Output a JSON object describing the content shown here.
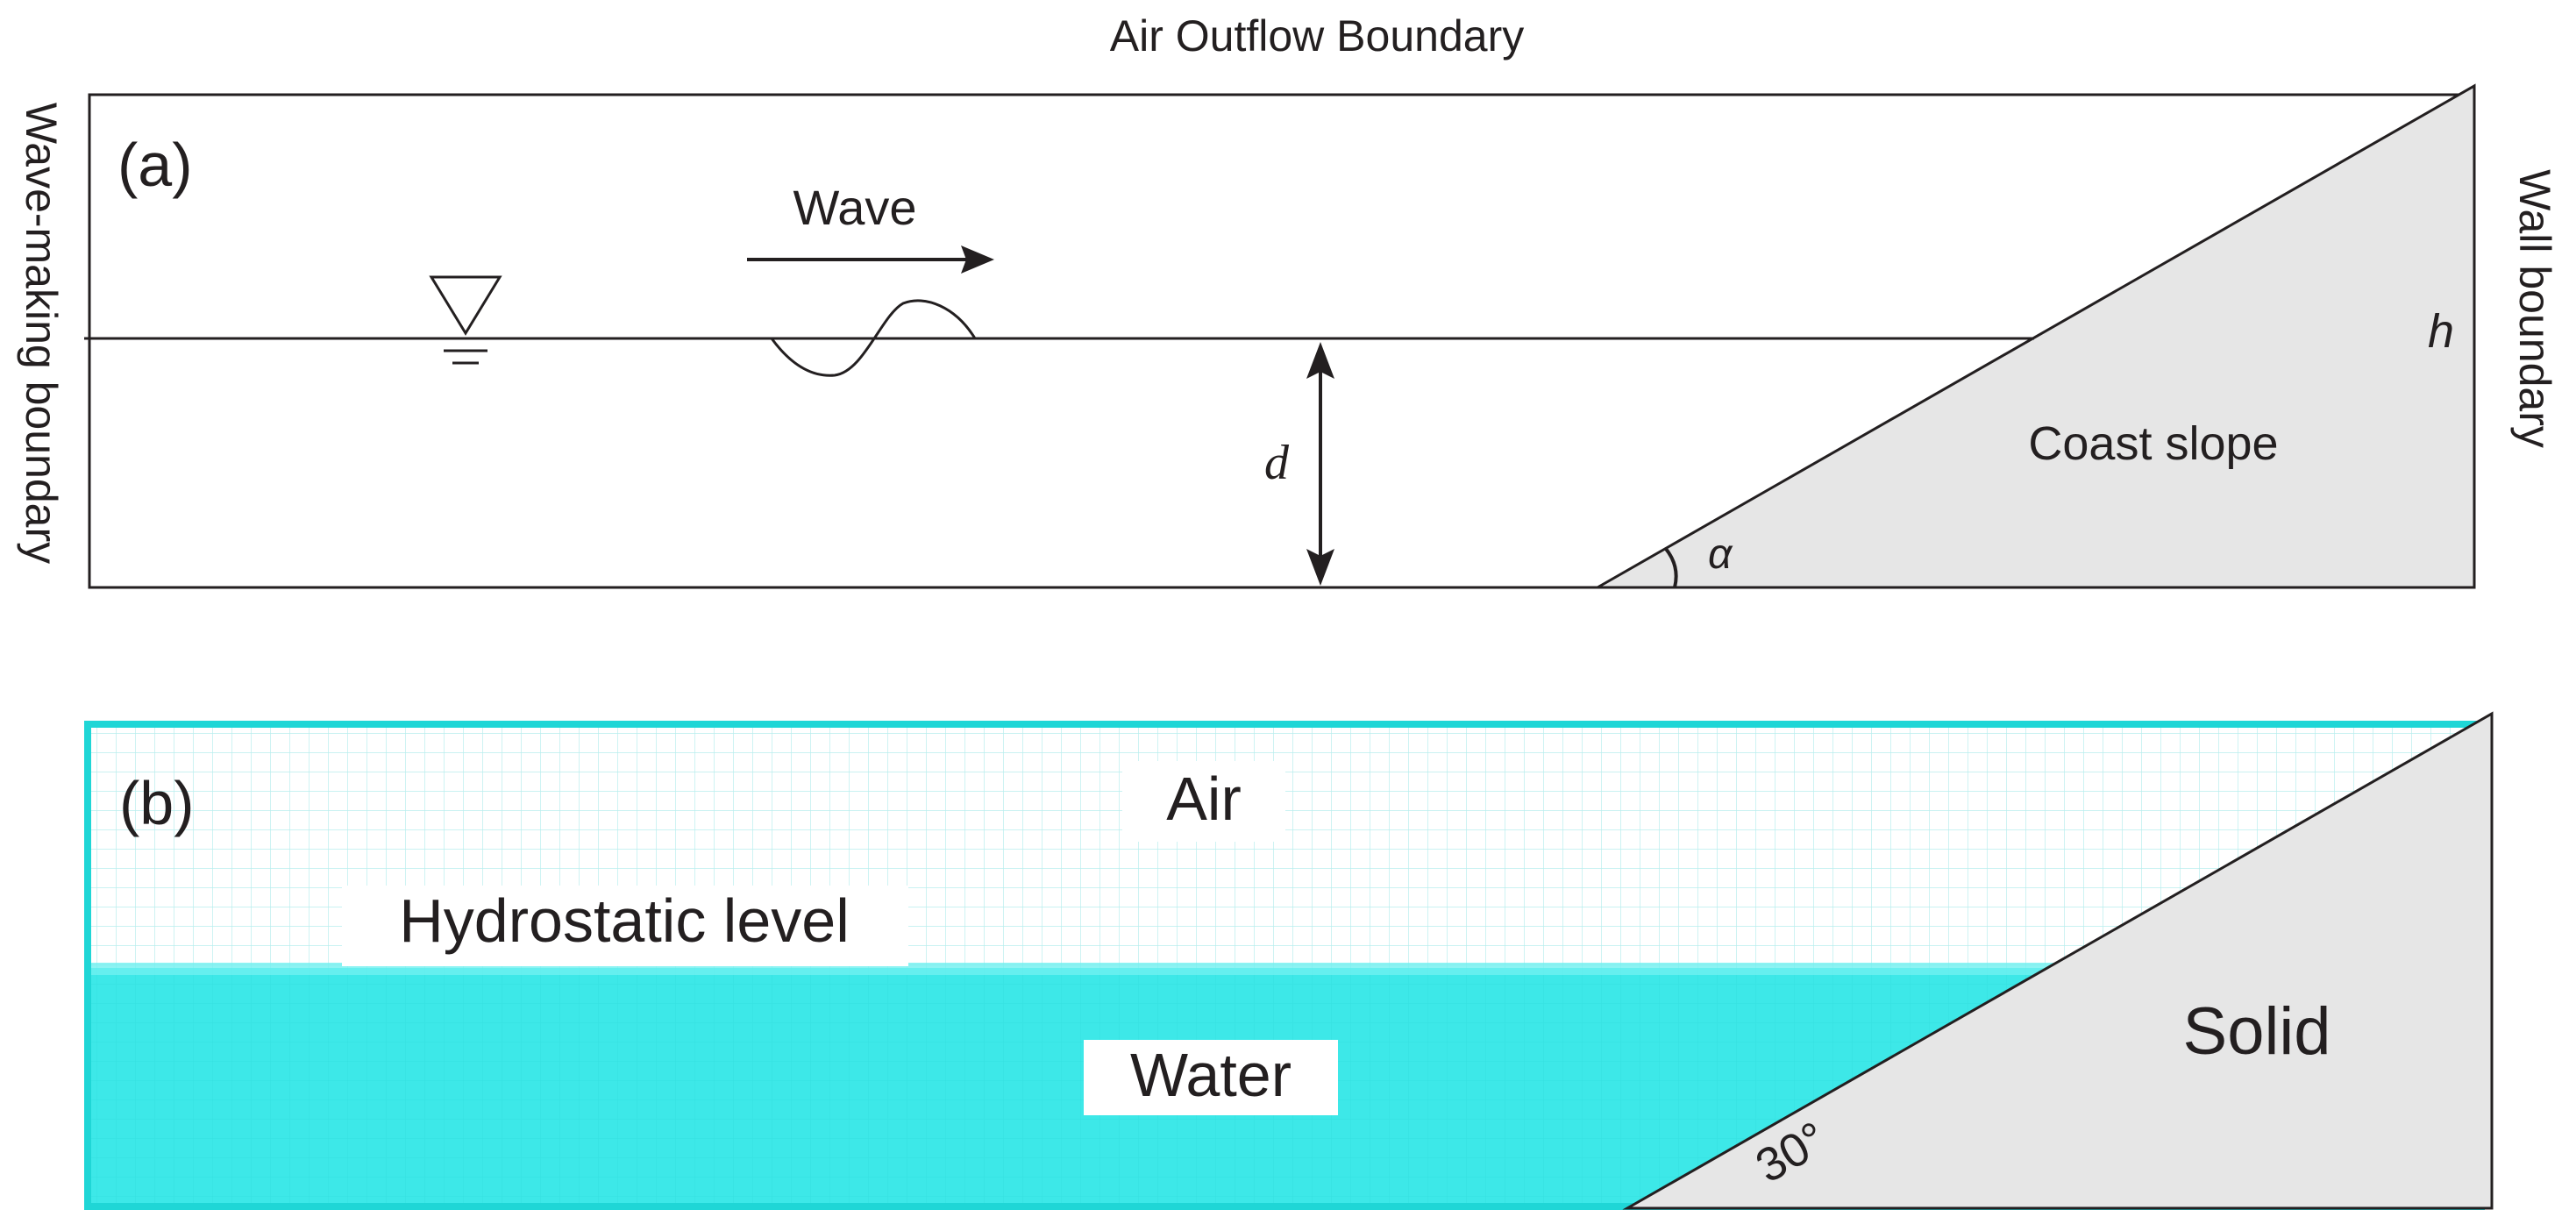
{
  "panel_a": {
    "label": "(a)",
    "top_boundary": "Air Outflow Boundary",
    "left_boundary": "Wave-making boundary",
    "right_boundary": "Wall boundary",
    "wave_label": "Wave",
    "depth_symbol": "d",
    "height_symbol": "h",
    "slope_label": "Coast slope",
    "angle_symbol": "α"
  },
  "panel_b": {
    "label": "(b)",
    "air_label": "Air",
    "hydrostatic_label": "Hydrostatic level",
    "water_label": "Water",
    "solid_label": "Solid",
    "angle_label": "30°"
  },
  "colors": {
    "line": "#231f20",
    "slope_fill": "#e6e6e6",
    "water": "#3de8e8",
    "water_edge": "#1fd6d6",
    "mesh": "#b8eeee"
  }
}
